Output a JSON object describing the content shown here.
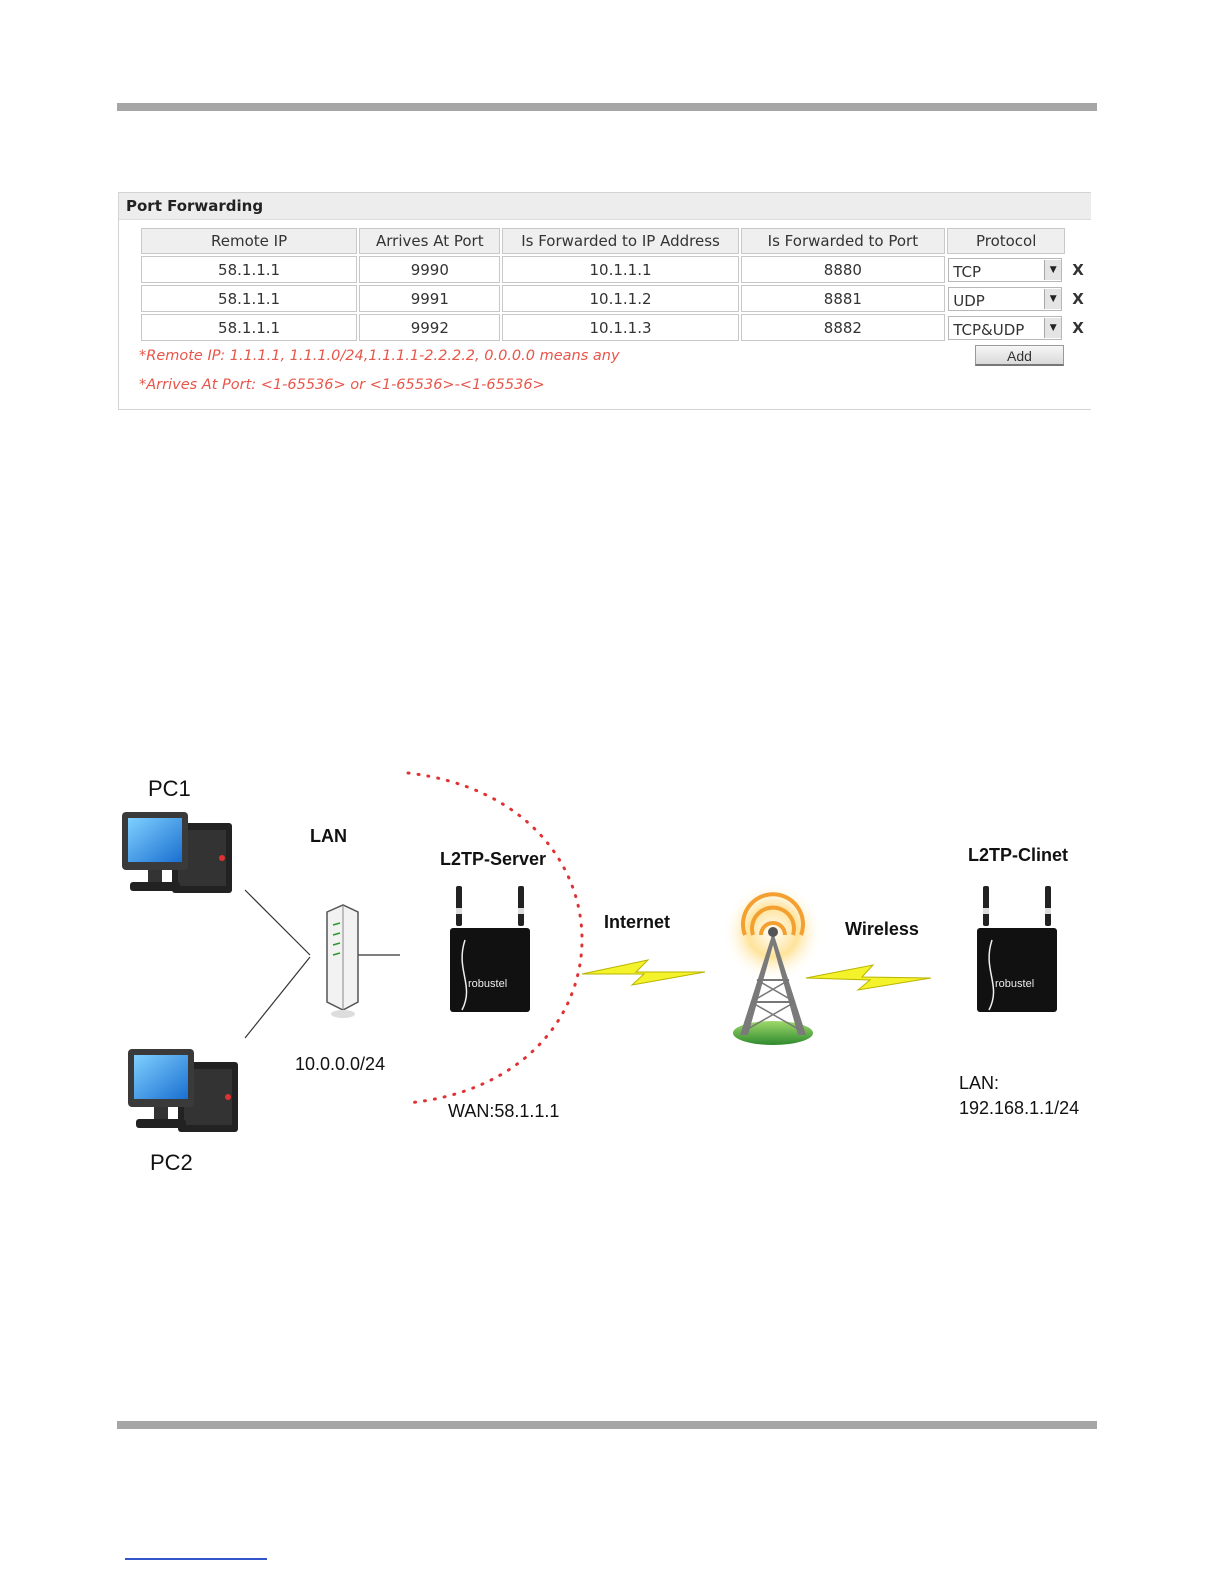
{
  "port_forwarding": {
    "title": "Port Forwarding",
    "columns": [
      "Remote IP",
      "Arrives At Port",
      "Is Forwarded to IP Address",
      "Is Forwarded to Port",
      "Protocol"
    ],
    "rows": [
      {
        "remote_ip": "58.1.1.1",
        "arrives_port": "9990",
        "forward_ip": "10.1.1.1",
        "forward_port": "8880",
        "protocol": "TCP"
      },
      {
        "remote_ip": "58.1.1.1",
        "arrives_port": "9991",
        "forward_ip": "10.1.1.2",
        "forward_port": "8881",
        "protocol": "UDP"
      },
      {
        "remote_ip": "58.1.1.1",
        "arrives_port": "9992",
        "forward_ip": "10.1.1.3",
        "forward_port": "8882",
        "protocol": "TCP&UDP"
      }
    ],
    "delete_symbol": "X",
    "hint_remote_ip": "*Remote IP: 1.1.1.1, 1.1.1.0/24,1.1.1.1-2.2.2.2, 0.0.0.0 means any",
    "hint_arrives_port": "*Arrives At Port: <1-65536> or <1-65536>-<1-65536>",
    "add_label": "Add",
    "accent_red": "#e03232"
  },
  "diagram": {
    "pc1": "PC1",
    "pc2": "PC2",
    "lan": "LAN",
    "lan_subnet": "10.0.0.0/24",
    "server": "L2TP-Server",
    "server_wan": "WAN:58.1.1.1",
    "internet": "Internet",
    "wireless": "Wireless",
    "client": "L2TP-Clinet",
    "client_lan_label": "LAN:",
    "client_lan_subnet": "192.168.1.1/24",
    "router_brand": "robustel"
  }
}
